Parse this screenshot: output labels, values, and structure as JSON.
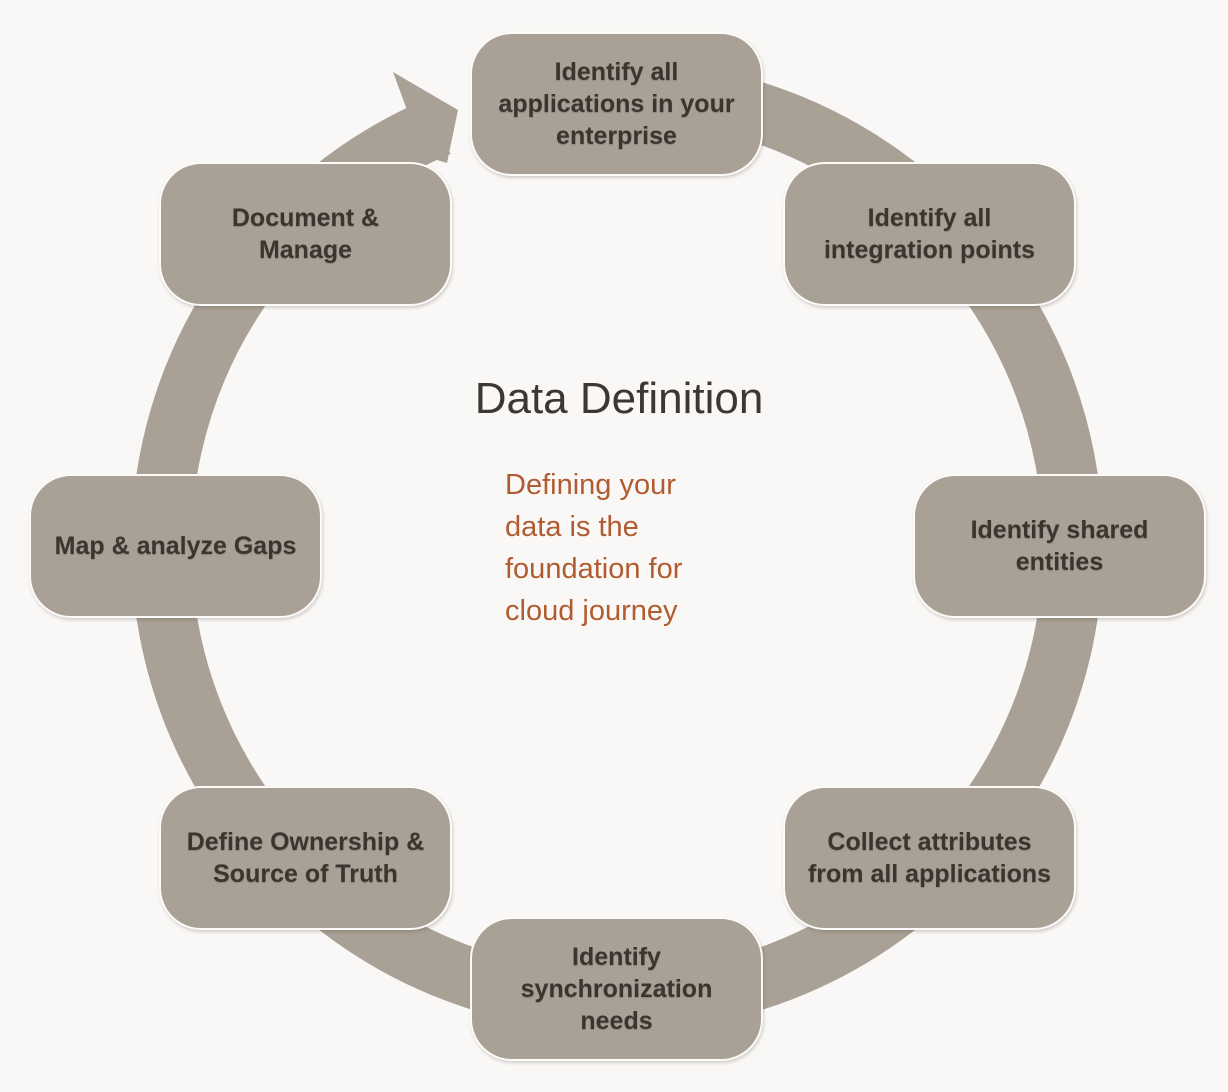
{
  "colors": {
    "background": "#faf8f6",
    "shape": "#a9a096",
    "label_text": "#3a352f",
    "title_text": "#3b3834",
    "subtitle_text": "#b05c30",
    "box_outline": "#fcfbf9"
  },
  "center": {
    "title": "Data Definition",
    "subtitle": "Defining your\ndata is the\nfoundation for\ncloud journey"
  },
  "cycle": {
    "direction": "clockwise",
    "steps": [
      {
        "position": "top",
        "label": "Identify all\napplications in your\nenterprise"
      },
      {
        "position": "top-right",
        "label": "Identify all\nintegration points"
      },
      {
        "position": "right",
        "label": "Identify shared\nentities"
      },
      {
        "position": "bottom-right",
        "label": "Collect attributes\nfrom all applications"
      },
      {
        "position": "bottom",
        "label": "Identify\nsynchronization\nneeds"
      },
      {
        "position": "bottom-left",
        "label": "Define Ownership &\nSource of Truth"
      },
      {
        "position": "left",
        "label": "Map & analyze Gaps"
      },
      {
        "position": "top-left",
        "label": "Document &\nManage"
      }
    ]
  }
}
